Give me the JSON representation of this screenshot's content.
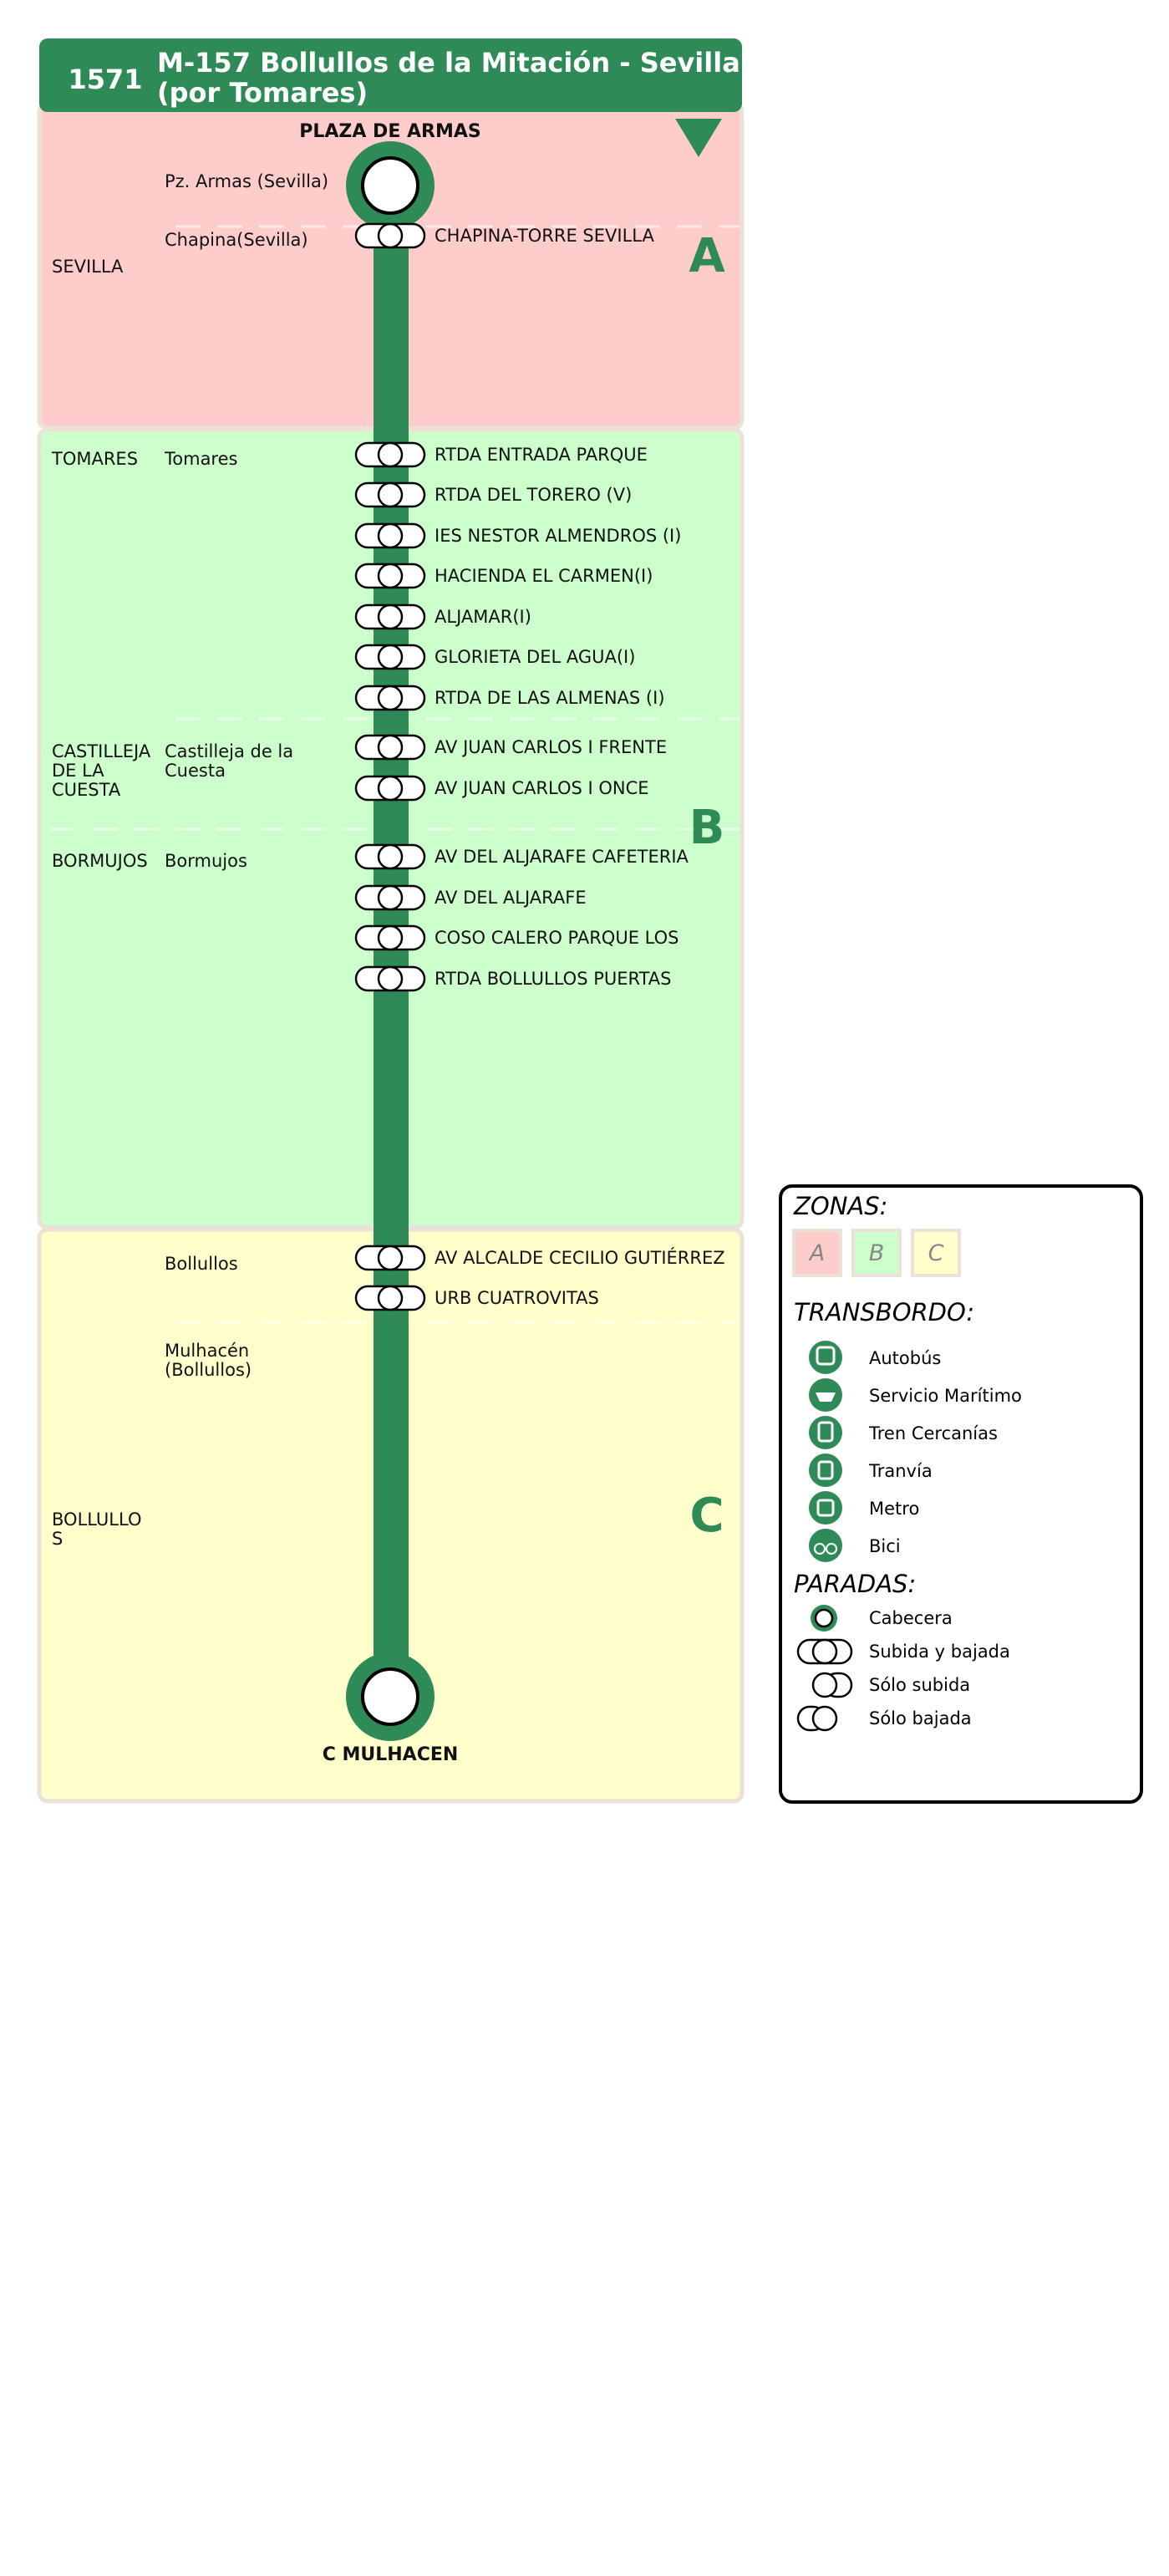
{
  "header": {
    "line_code": "1571",
    "title_line1": "M-157 Bollullos de la Mitación - Sevilla",
    "title_line2": "(por Tomares)"
  },
  "terminals": {
    "origin": "PLAZA DE ARMAS",
    "destination": "C MULHACEN"
  },
  "zones": [
    {
      "letter": "A",
      "bg": "#ffcccc"
    },
    {
      "letter": "B",
      "bg": "#ccffcc"
    },
    {
      "letter": "C",
      "bg": "#ffffcc"
    }
  ],
  "municipalities": [
    {
      "name": "SEVILLA"
    },
    {
      "name": "TOMARES"
    },
    {
      "name_lines": [
        "CASTILLEJA",
        "DE LA",
        "CUESTA"
      ]
    },
    {
      "name": "BORMUJOS"
    },
    {
      "name_lines": [
        "BOLLULLO",
        "S"
      ]
    }
  ],
  "localities": [
    {
      "name_lines": [
        "Pz. Armas (Sevilla)"
      ]
    },
    {
      "name_lines": [
        "Chapina(Sevilla)"
      ]
    },
    {
      "name_lines": [
        "Tomares"
      ]
    },
    {
      "name_lines": [
        "Castilleja de la",
        "Cuesta"
      ]
    },
    {
      "name_lines": [
        "Bormujos"
      ]
    },
    {
      "name_lines": [
        "Bollullos"
      ]
    },
    {
      "name_lines": [
        "Mulhacén",
        "(Bollullos)"
      ]
    }
  ],
  "stops": [
    {
      "name": "CHAPINA-TORRE SEVILLA",
      "type": "subida-bajada"
    },
    {
      "name": "RTDA  ENTRADA  PARQUE",
      "type": "subida-bajada"
    },
    {
      "name": "RTDA  DEL TORERO (V)",
      "type": "subida-bajada"
    },
    {
      "name": "IES  NESTOR ALMENDROS (I)",
      "type": "subida-bajada"
    },
    {
      "name": "HACIENDA EL CARMEN(I)",
      "type": "subida-bajada"
    },
    {
      "name": "ALJAMAR(I)",
      "type": "subida-bajada"
    },
    {
      "name": "GLORIETA DEL AGUA(I)",
      "type": "subida-bajada"
    },
    {
      "name": "RTDA  DE LAS ALMENAS (I)",
      "type": "subida-bajada"
    },
    {
      "name": "AV JUAN CARLOS I FRENTE",
      "type": "subida-bajada"
    },
    {
      "name": "AV JUAN CARLOS I ONCE",
      "type": "subida-bajada"
    },
    {
      "name": "AV DEL ALJARAFE CAFETERIA",
      "type": "subida-bajada"
    },
    {
      "name": "AV DEL ALJARAFE",
      "type": "subida-bajada"
    },
    {
      "name": "COSO CALERO PARQUE LOS",
      "type": "subida-bajada"
    },
    {
      "name": "RTDA BOLLULLOS PUERTAS",
      "type": "subida-bajada"
    },
    {
      "name": "AV ALCALDE CECILIO GUTIÉRREZ",
      "type": "subida-bajada"
    },
    {
      "name": "URB CUATROVITAS",
      "type": "subida-bajada"
    }
  ],
  "legend": {
    "zonas_title": "ZONAS:",
    "zone_letters": [
      "A",
      "B",
      "C"
    ],
    "transbordo_title": "TRANSBORDO:",
    "transbordo_items": [
      {
        "label": "Autobús",
        "icon": "bus-icon"
      },
      {
        "label": "Servicio Marítimo",
        "icon": "boat-icon"
      },
      {
        "label": "Tren Cercanías",
        "icon": "train-icon"
      },
      {
        "label": "Tranvía",
        "icon": "tram-icon"
      },
      {
        "label": "Metro",
        "icon": "metro-icon"
      },
      {
        "label": "Bici",
        "icon": "bike-icon"
      }
    ],
    "paradas_title": "PARADAS:",
    "paradas_items": [
      {
        "label": "Cabecera",
        "icon": "terminal-stop-icon"
      },
      {
        "label": "Subida y bajada",
        "icon": "board-alight-stop-icon"
      },
      {
        "label": "Sólo subida",
        "icon": "board-only-stop-icon"
      },
      {
        "label": "Sólo bajada",
        "icon": "alight-only-stop-icon"
      }
    ]
  },
  "colors": {
    "line": "#2e8b57",
    "zone_border": "#ece1d7",
    "text": "#111111"
  }
}
